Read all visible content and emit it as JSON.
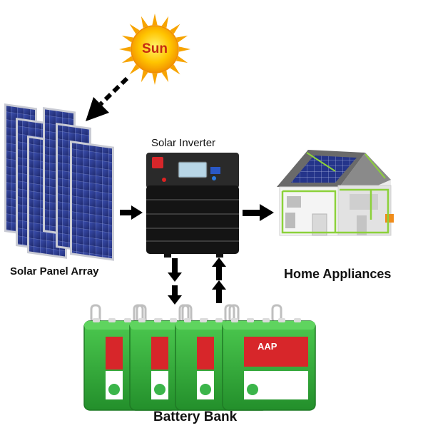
{
  "labels": {
    "sun": "Sun",
    "inverter": "Solar Inverter",
    "panels": "Solar Panel Array",
    "home": "Home Appliances",
    "battery": "Battery Bank"
  },
  "battery_brand": "AAP",
  "colors": {
    "sun": "#f7b000",
    "sun_text": "#c62a10",
    "panel": "#2f3d8f",
    "panel_frame": "#c9cbd4",
    "inverter": "#1c1c1c",
    "battery": "#2fae3a",
    "battery_label": "#d7262a",
    "arrow": "#000000",
    "house_wall": "#eeeeee",
    "house_roof": "#666666",
    "wire": "#8cd13a"
  },
  "icons": [
    "sun-icon",
    "solar-panel-icon",
    "inverter-icon",
    "house-icon",
    "battery-icon",
    "arrow-icon"
  ]
}
